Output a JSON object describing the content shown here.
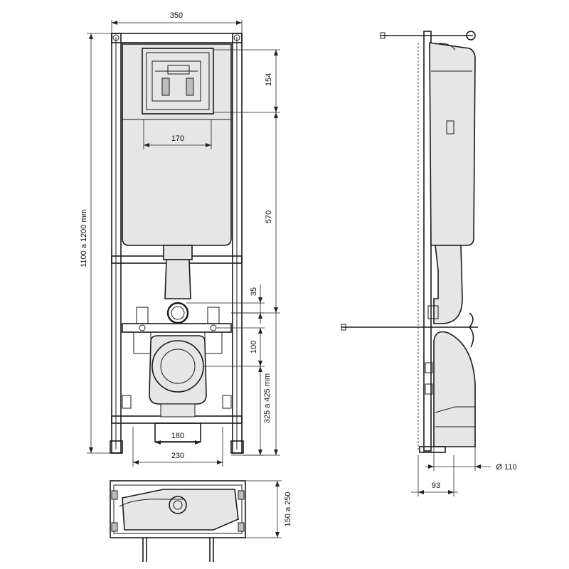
{
  "dimensions": {
    "frame_width": "350",
    "cistern_width": "170",
    "frame_height": "1100 a 1200 mm",
    "top_section": "154",
    "cistern_height": "570",
    "flush_offset": "35",
    "bolt_spacing": "100",
    "pan_height": "325 a 425 mm",
    "inner_base": "180",
    "outer_base": "230",
    "depth": "150 a 250",
    "pipe_diameter": "Ø 110",
    "pipe_offset": "93"
  }
}
